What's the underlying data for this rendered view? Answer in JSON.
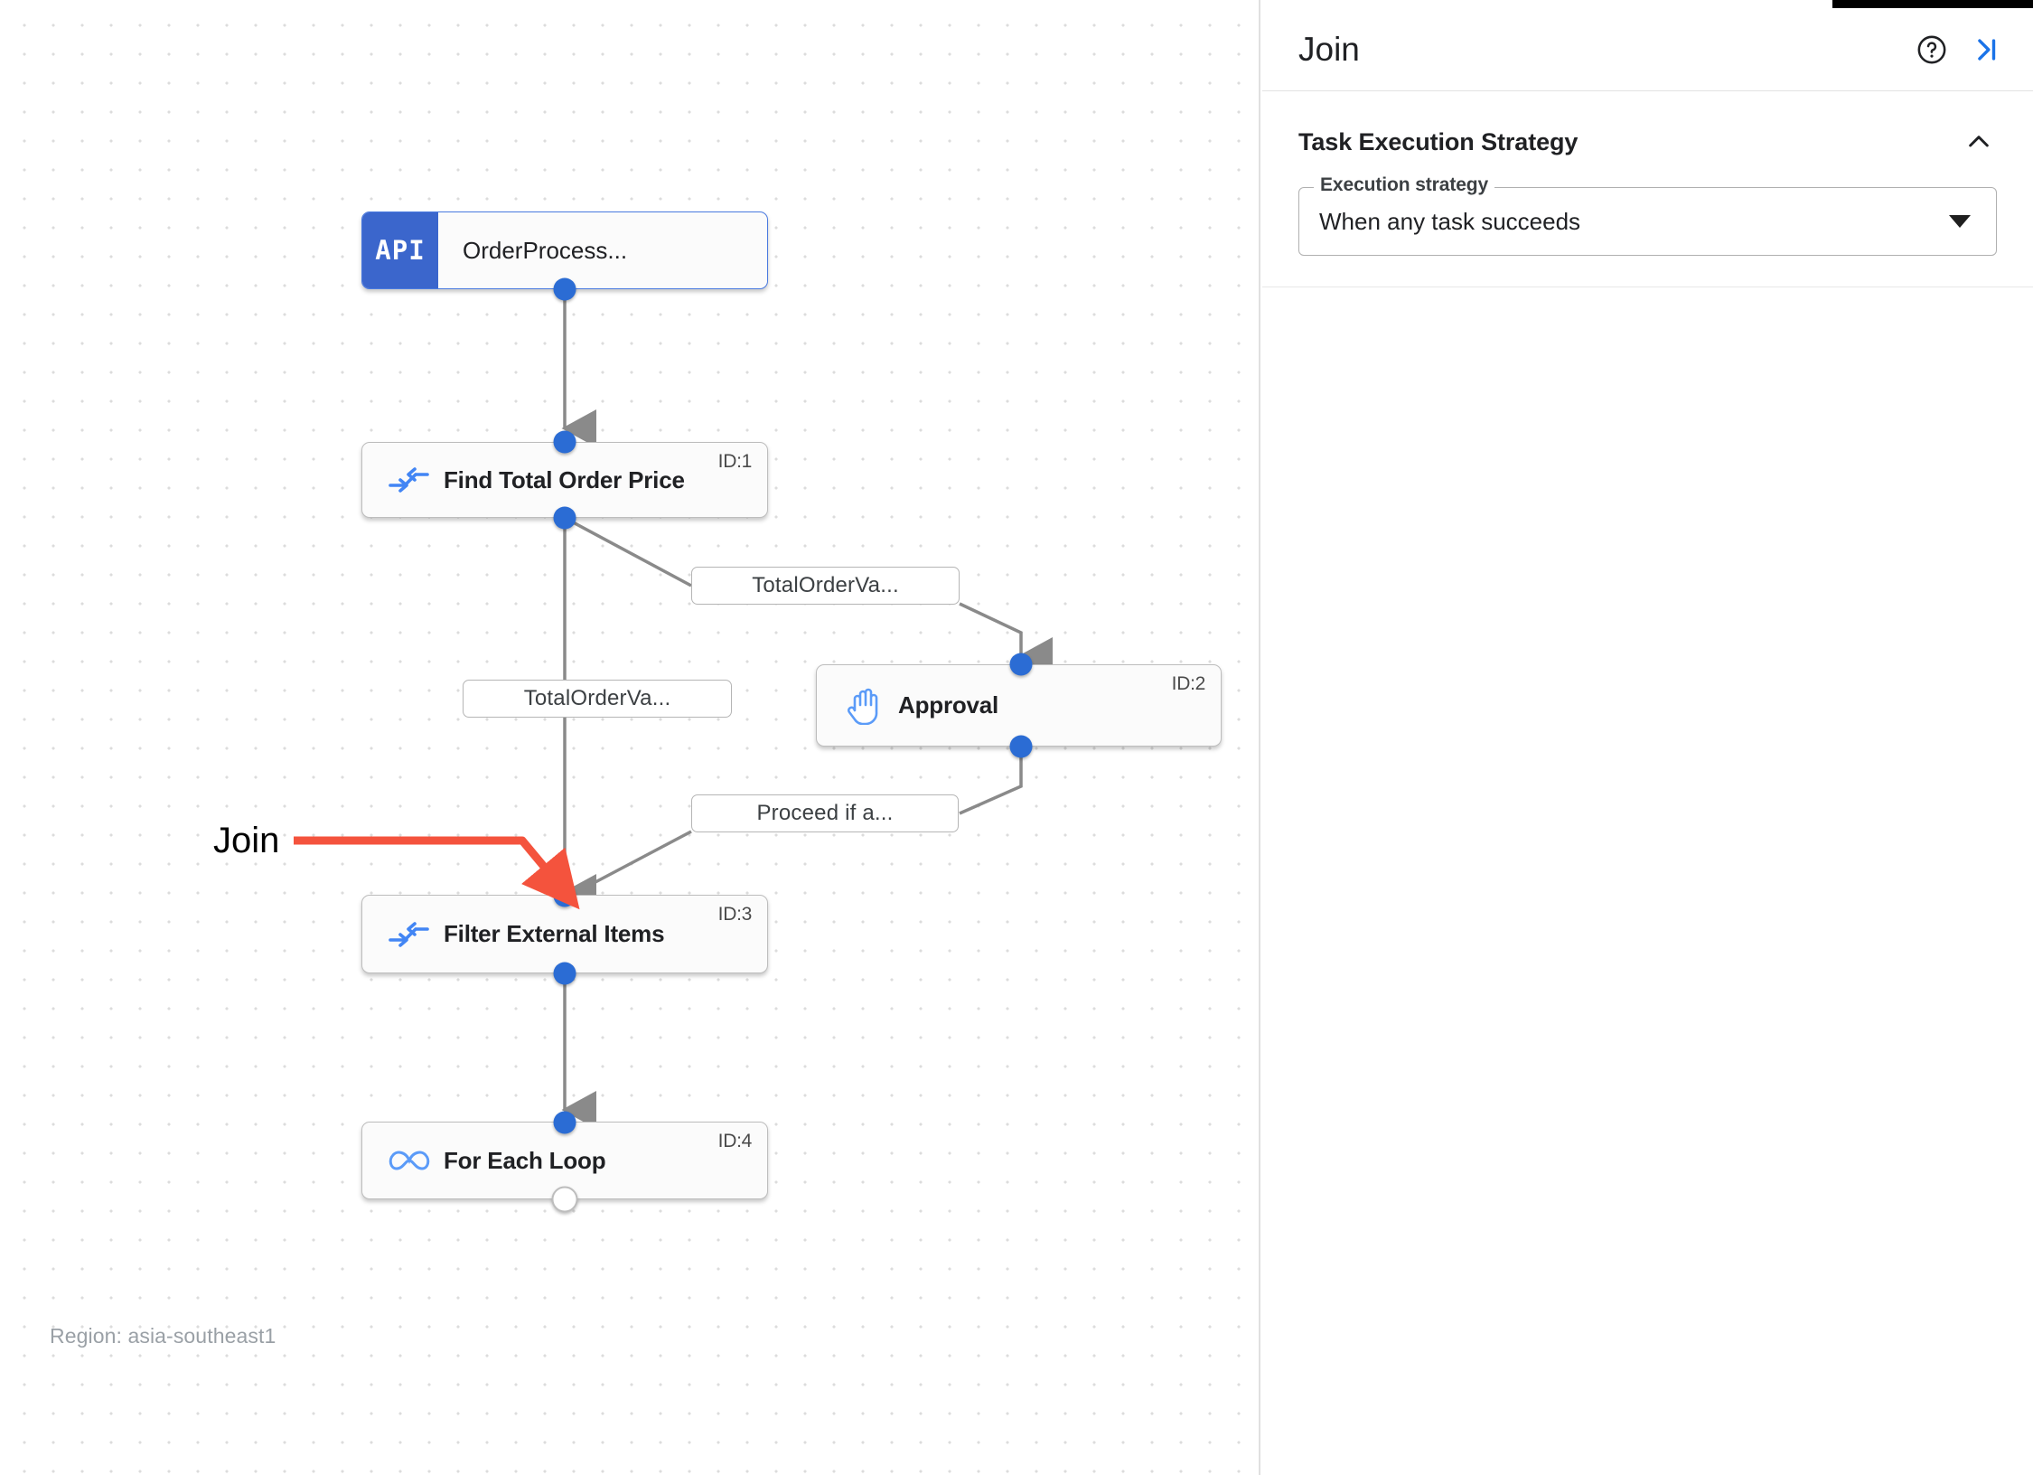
{
  "canvas": {
    "region_note": "Region: asia-southeast1",
    "annotation": {
      "label": "Join",
      "color": "#F4533D"
    },
    "nodes": [
      {
        "key": "order-process",
        "type": "api",
        "badge": "API",
        "title": "OrderProcess...",
        "id_label": ""
      },
      {
        "key": "find-total-order-price",
        "type": "task",
        "icon": "merge-arrows-icon",
        "title": "Find Total Order Price",
        "id_label": "ID:1"
      },
      {
        "key": "approval",
        "type": "task",
        "icon": "hand-icon",
        "title": "Approval",
        "id_label": "ID:2"
      },
      {
        "key": "filter-external-items",
        "type": "task",
        "icon": "merge-arrows-icon",
        "title": "Filter External Items",
        "id_label": "ID:3"
      },
      {
        "key": "for-each-loop",
        "type": "task",
        "icon": "infinity-loop-icon",
        "title": "For Each Loop",
        "id_label": "ID:4"
      }
    ],
    "edge_labels": [
      {
        "key": "edge-label-1",
        "text": "TotalOrderVa..."
      },
      {
        "key": "edge-label-2",
        "text": "TotalOrderVa..."
      },
      {
        "key": "edge-label-3",
        "text": "Proceed if a..."
      }
    ]
  },
  "panel": {
    "title": "Join",
    "help_icon": "help-circle-icon",
    "collapse_panel_icon": "collapse-right-icon",
    "section": {
      "title": "Task Execution Strategy",
      "toggle_icon": "chevron-up-icon",
      "field": {
        "legend": "Execution strategy",
        "value": "When any task succeeds",
        "caret_icon": "chevron-down-icon"
      }
    }
  },
  "colors": {
    "accent_blue": "#2B6CD4",
    "api_badge": "#3B66CC",
    "annotation_red": "#F4533D",
    "edge_gray": "#7C7C7C"
  }
}
